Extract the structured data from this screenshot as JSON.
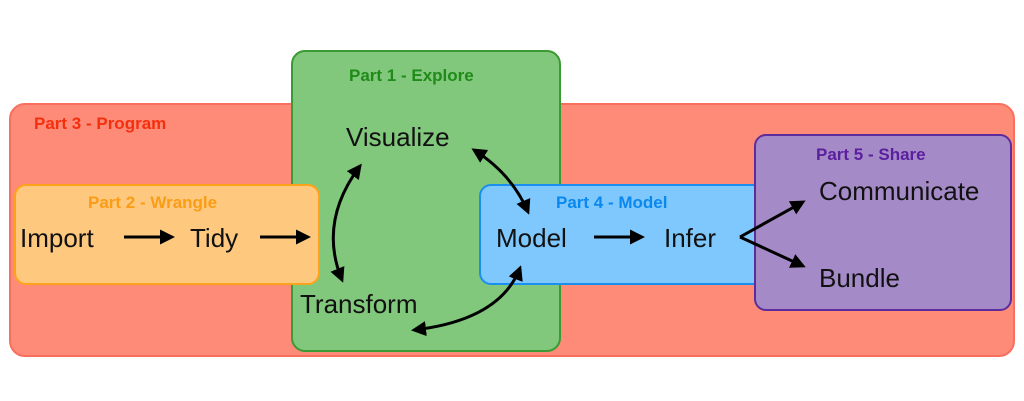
{
  "parts": {
    "program": {
      "label": "Part 3 - Program",
      "fill": "#FE8B78",
      "border": "#F86F5E",
      "label_color": "#F42F0E"
    },
    "explore": {
      "label": "Part 1 - Explore",
      "fill": "#81C77C",
      "border": "#3A9A33",
      "label_color": "#1F8B18"
    },
    "wrangle": {
      "label": "Part 2 - Wrangle",
      "fill": "#FEC97F",
      "border": "#FDA31B",
      "label_color": "#F99C16"
    },
    "model": {
      "label": "Part 4 - Model",
      "fill": "#7EC8FE",
      "border": "#1B8FEF",
      "label_color": "#0B88ED"
    },
    "share": {
      "label": "Part 5 - Share",
      "fill": "#A58AC8",
      "border": "#5E2D9C",
      "label_color": "#5B1F9E"
    }
  },
  "nodes": {
    "import": "Import",
    "tidy": "Tidy",
    "visualize": "Visualize",
    "transform": "Transform",
    "model": "Model",
    "infer": "Infer",
    "communicate": "Communicate",
    "bundle": "Bundle"
  },
  "arrow_color": "#000000"
}
